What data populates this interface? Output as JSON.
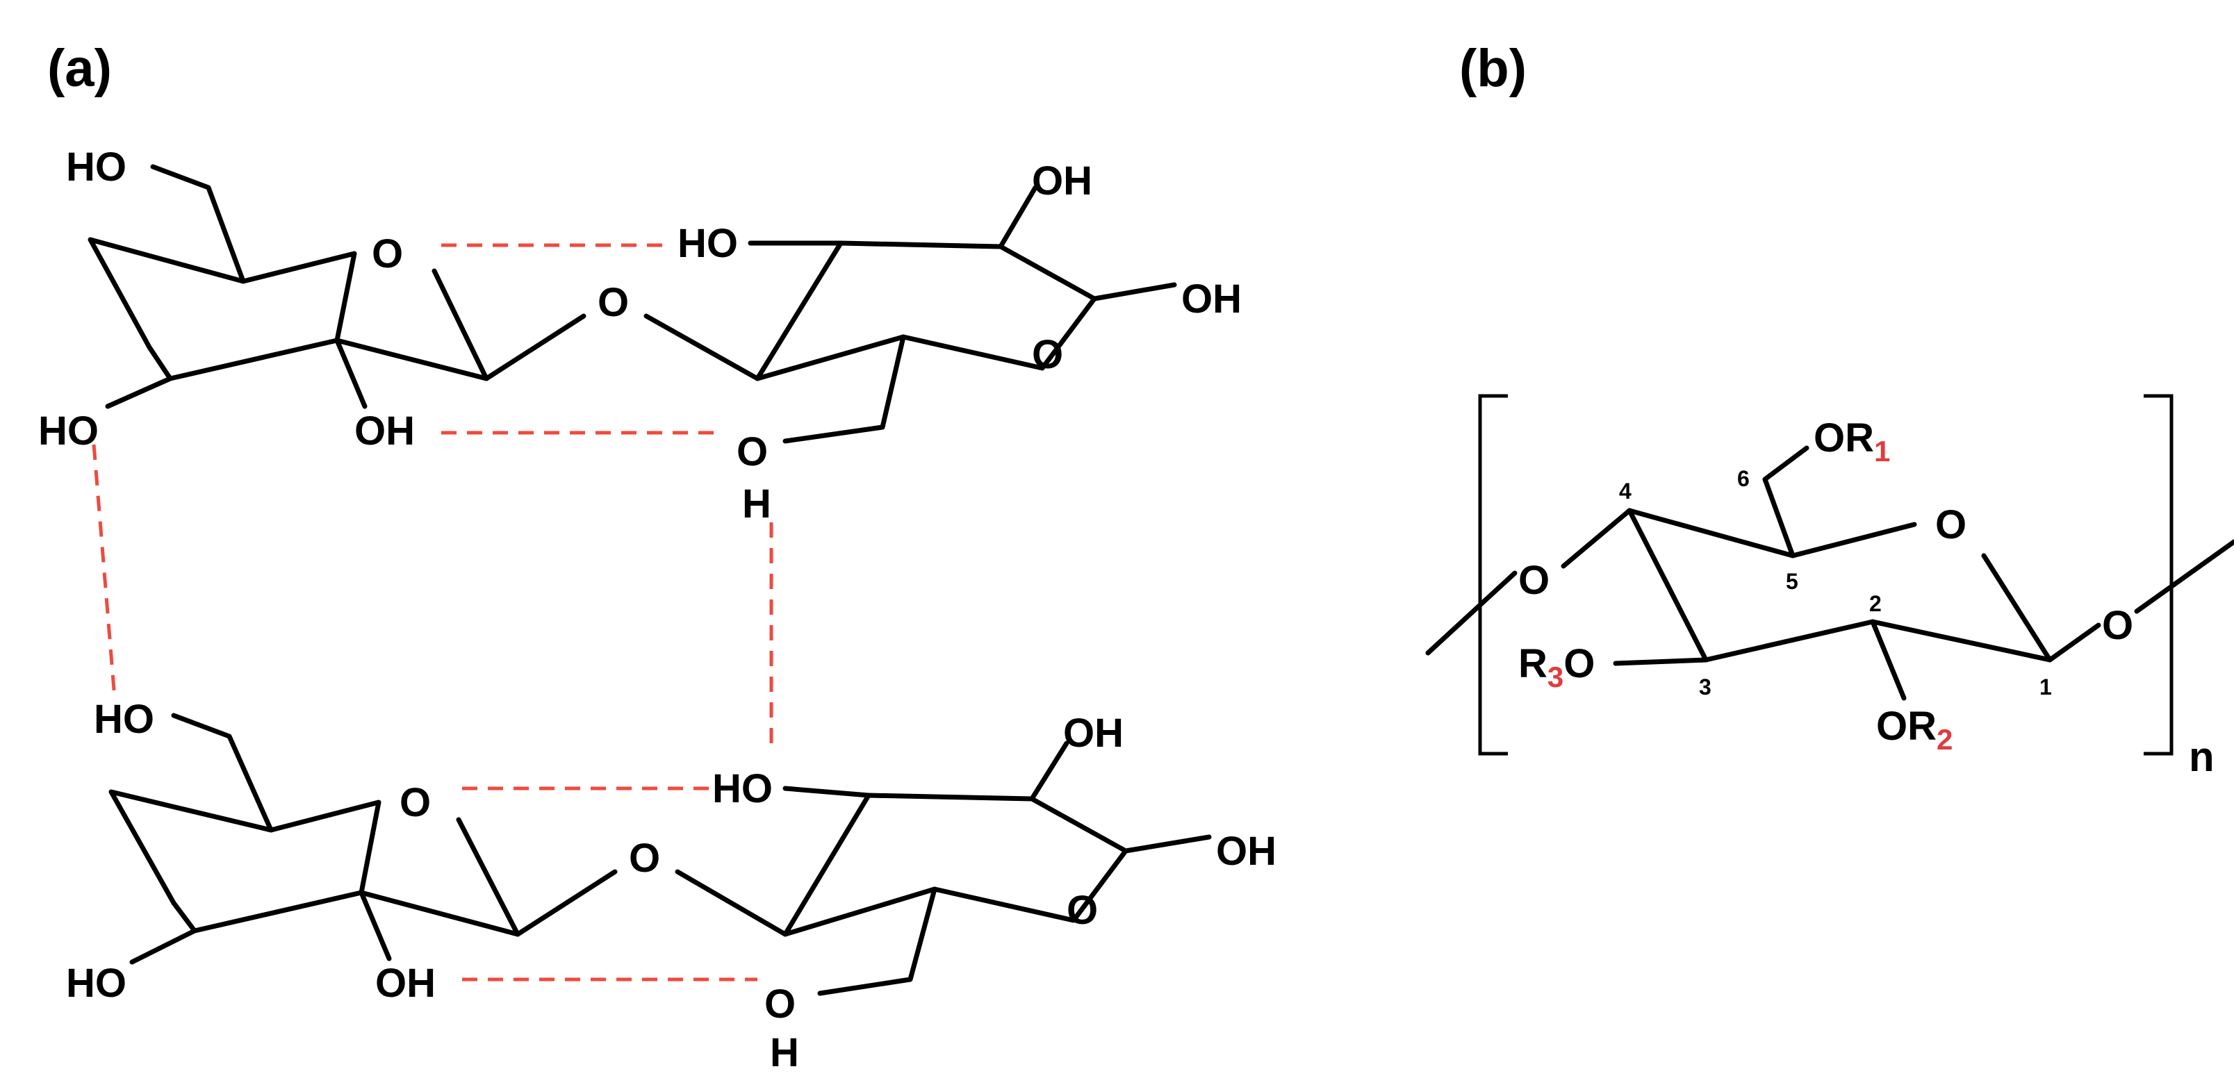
{
  "panels": {
    "a": {
      "label": "(a)"
    },
    "b": {
      "label": "(b)"
    }
  },
  "atoms": {
    "O": "O",
    "OH": "OH",
    "HO": "HO",
    "H": "H"
  },
  "panel_b": {
    "locants": [
      "1",
      "2",
      "3",
      "4",
      "5",
      "6"
    ],
    "substituents": {
      "r1": {
        "prefix": "OR",
        "subscript": "1"
      },
      "r2": {
        "prefix": "OR",
        "subscript": "2"
      },
      "r3": {
        "prefix": "R",
        "subscript": "3",
        "suffix": "O"
      }
    },
    "repeat": "n"
  },
  "colors": {
    "bond": "#000000",
    "hydrogen_bond": "#ef4a3f",
    "subscript_highlight": "#e23b3b"
  }
}
